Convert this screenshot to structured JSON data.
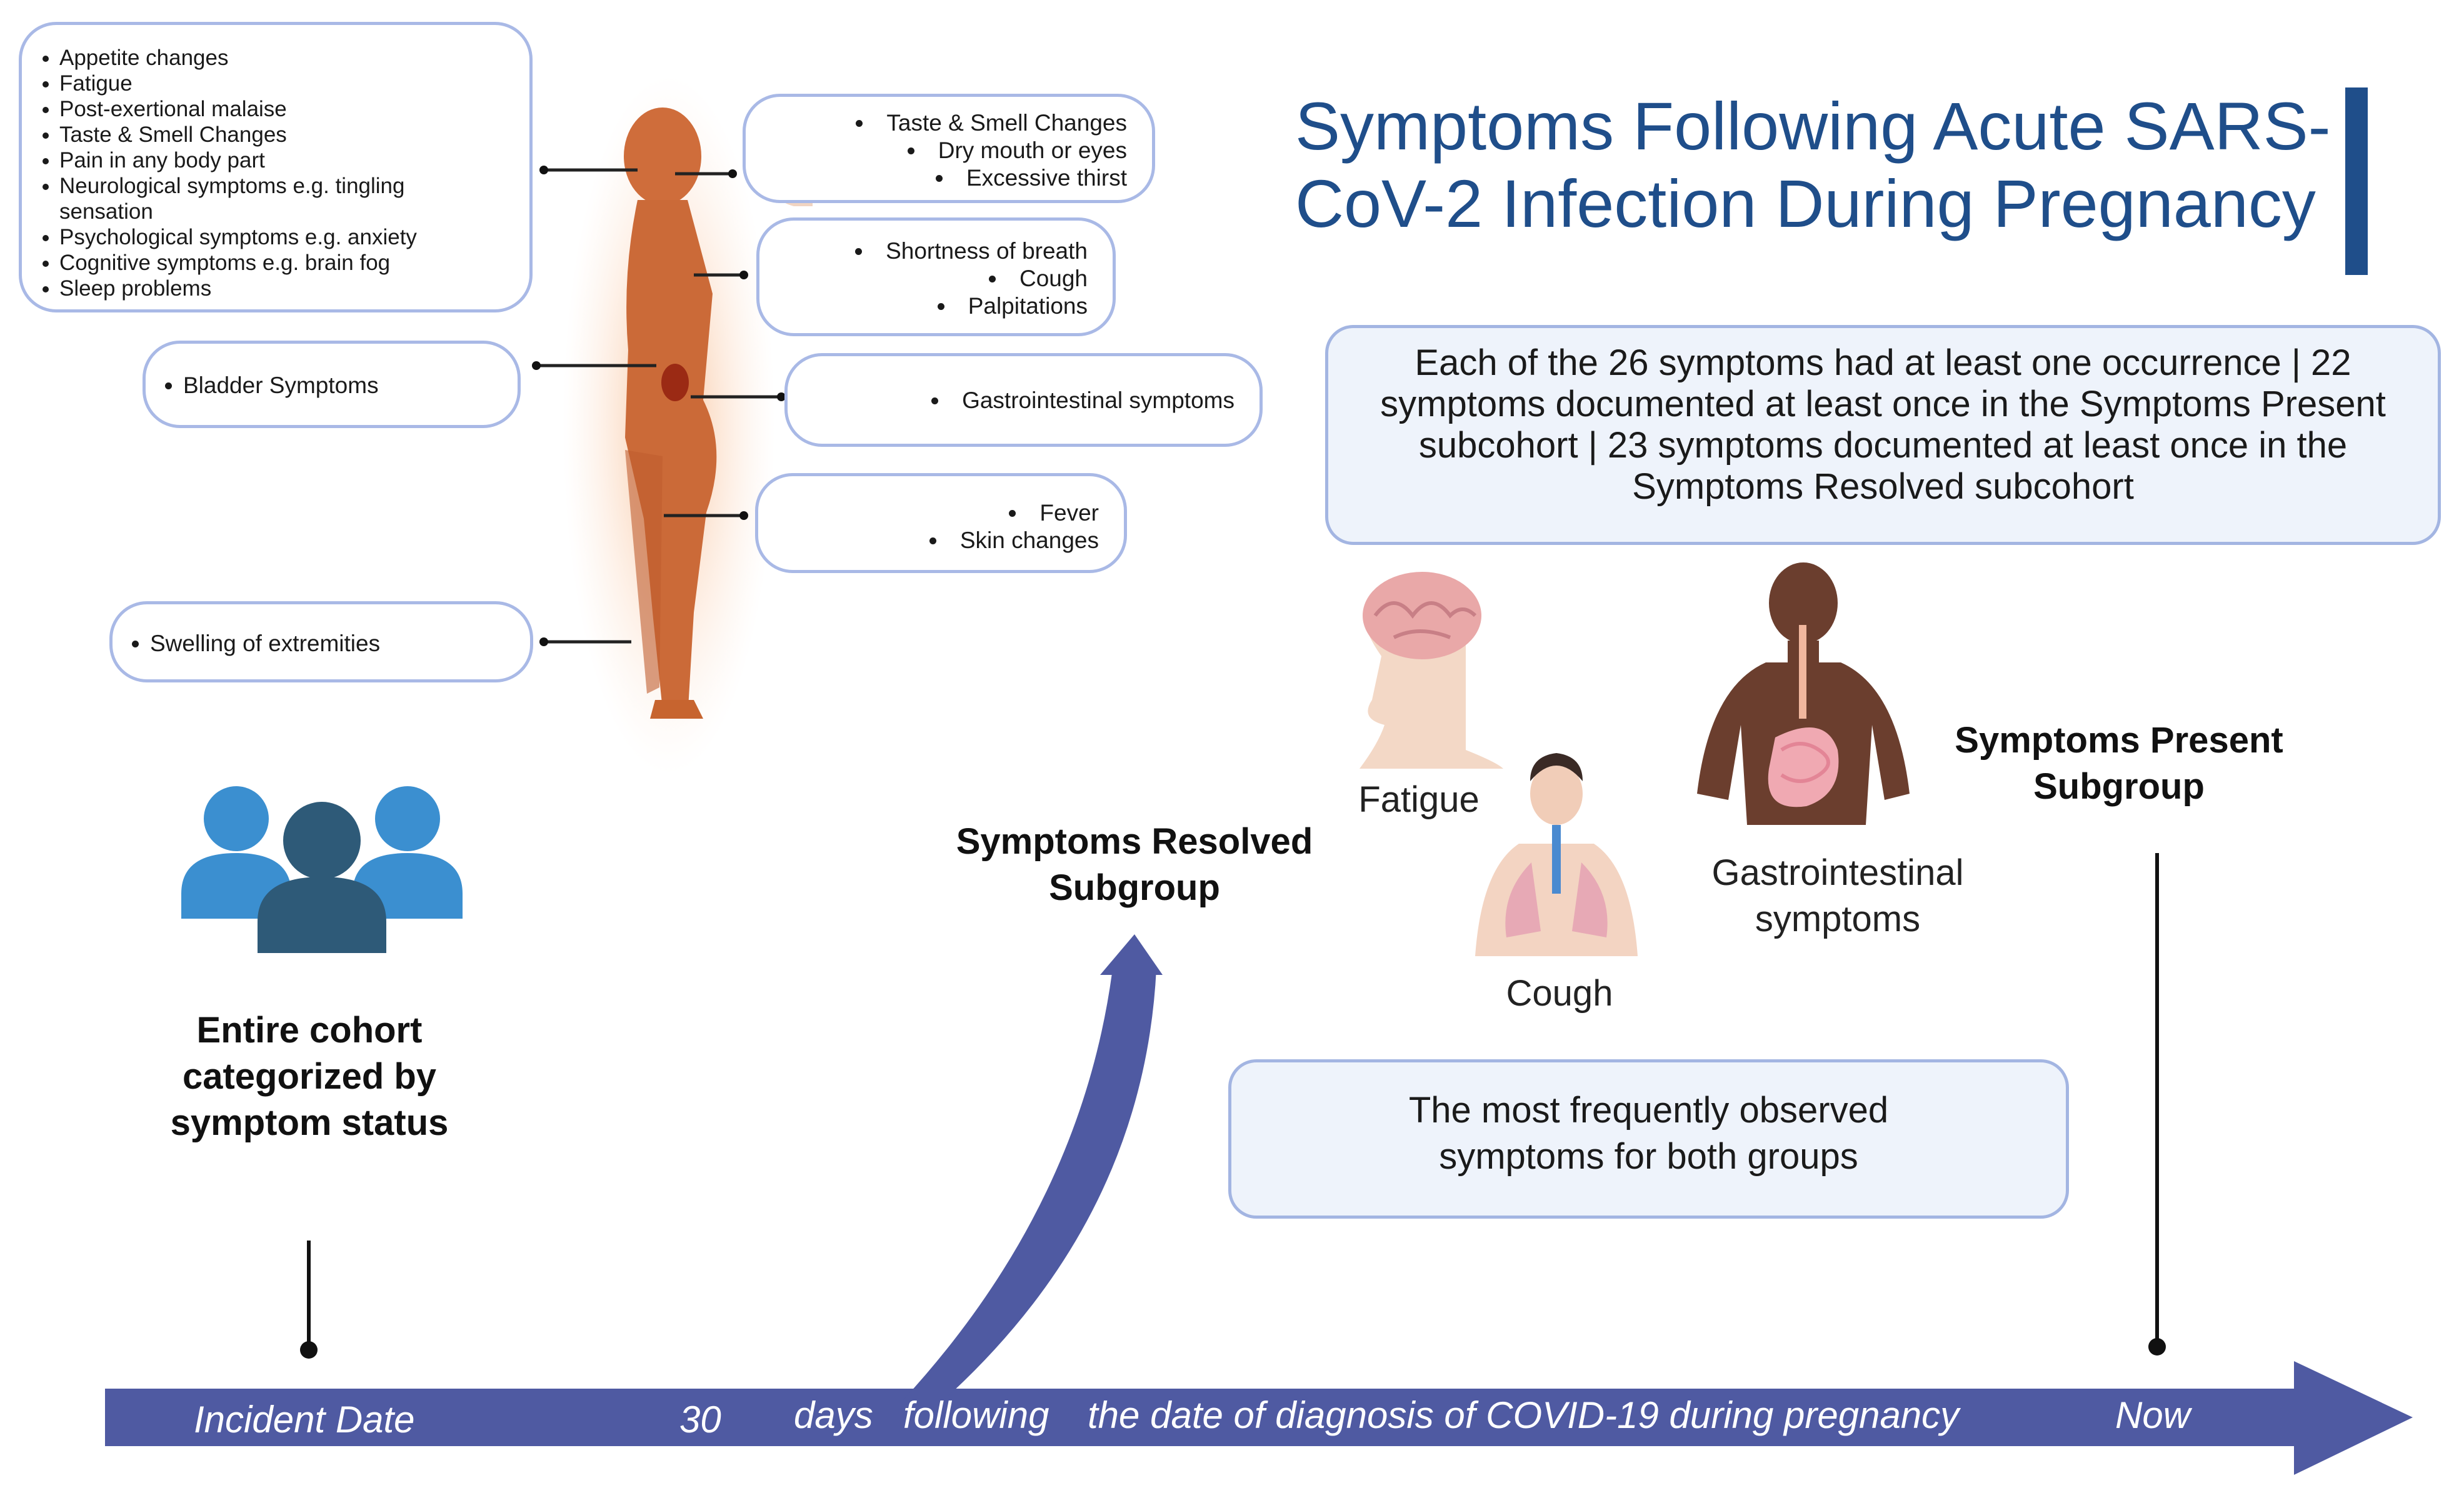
{
  "title": "Symptoms Following Acute SARS-CoV-2 Infection During Pregnancy",
  "boxes": {
    "head_symptoms": [
      "Appetite changes",
      "Fatigue",
      "Post-exertional malaise",
      "Taste & Smell Changes",
      "Pain in any body part",
      "Neurological symptoms e.g. tingling sensation",
      "Psychological symptoms e.g. anxiety",
      "Cognitive symptoms e.g. brain fog",
      "Sleep problems"
    ],
    "face_symptoms": [
      "Taste  & Smell Changes",
      "Dry mouth or eyes",
      "Excessive thirst"
    ],
    "chest_symptoms": [
      "Shortness of breath",
      "Cough",
      "Palpitations"
    ],
    "bladder": [
      "Bladder Symptoms"
    ],
    "gi": [
      "Gastrointestinal symptoms"
    ],
    "skin": [
      "Fever",
      "Skin changes"
    ],
    "extremities": [
      "Swelling of extremities"
    ]
  },
  "info_box": "Each of the 26 symptoms had at least one occurrence | 22 symptoms documented at least once in the Symptoms Present subcohort | 23 symptoms documented at least once in the Symptoms Resolved subcohort",
  "frequent_box": "The most frequently observed symptoms for both groups",
  "labels": {
    "cohort": "Entire cohort categorized by symptom status",
    "resolved": "Symptoms Resolved Subgroup",
    "present": "Symptoms Present Subgroup",
    "fatigue": "Fatigue",
    "cough": "Cough",
    "gi": "Gastrointestinal symptoms"
  },
  "timeline": {
    "incident": "Incident Date",
    "thirty": "30",
    "days": "days",
    "following": "following",
    "rest": "the date of diagnosis of COVID-19 during pregnancy",
    "now": "Now"
  },
  "colors": {
    "title": "#1f4e8a",
    "arrow": "#4f5aa2",
    "box_border": "#a9b9e6",
    "box_fill": "#eef3fb",
    "people_light": "#3b8fd0",
    "people_dark": "#2e5a78"
  }
}
